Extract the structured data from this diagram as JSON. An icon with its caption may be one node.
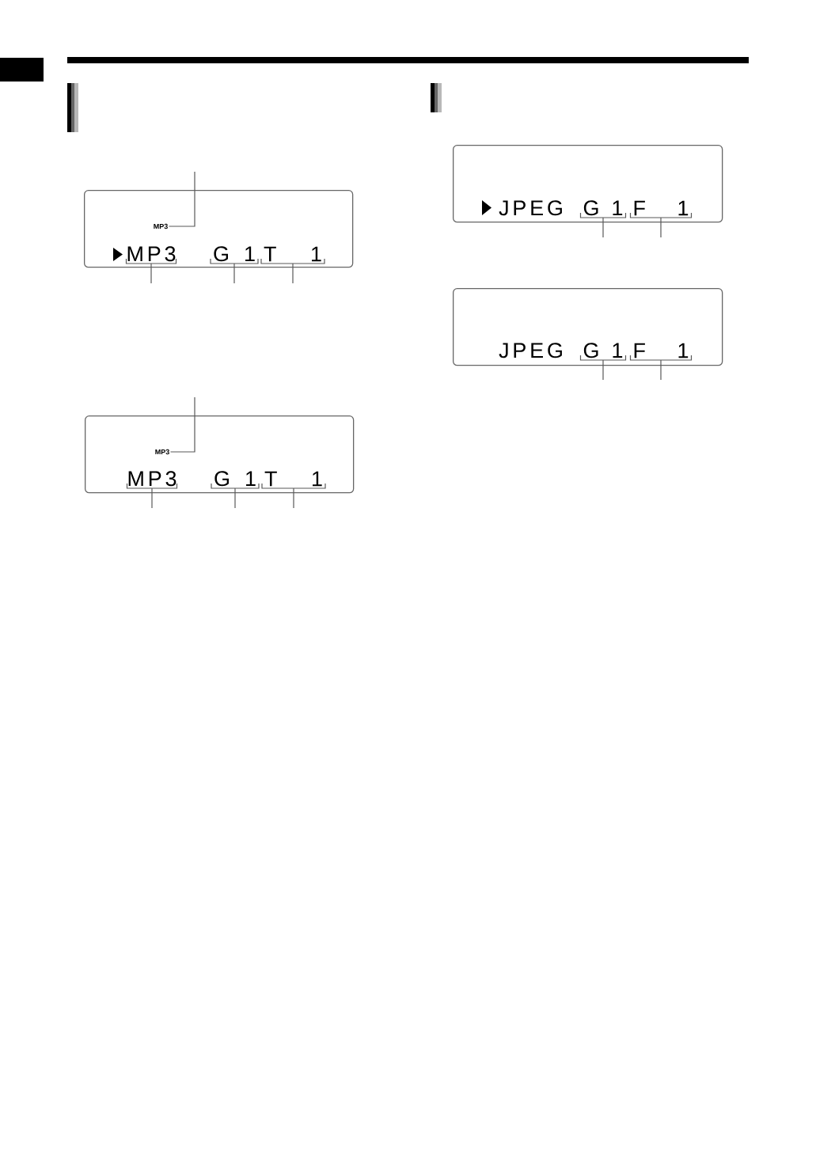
{
  "diagram": {
    "nodes": [
      {
        "text": [],
        "shape": "box"
      },
      {
        "text": [
          "MP3"
        ],
        "in": 0
      },
      {
        "text": [
          "MP3"
        ],
        "in": 0
      },
      {
        "text": [
          "G 1"
        ],
        "in": 0
      },
      {
        "text": [
          "T 1"
        ],
        "in": 0
      },
      {
        "text": [],
        "shape": "box"
      },
      {
        "text": [
          "MP3"
        ],
        "in": 5
      },
      {
        "text": [
          "MP3"
        ],
        "in": 5
      },
      {
        "text": [
          "G 1"
        ],
        "in": 5
      },
      {
        "text": [
          "T 1"
        ],
        "in": 5
      },
      {
        "text": [],
        "shape": "box"
      },
      {
        "text": [
          "JPEG"
        ],
        "in": 10
      },
      {
        "text": [
          "G 1"
        ],
        "in": 10
      },
      {
        "text": [
          "F 1"
        ],
        "in": 10
      },
      {
        "text": [],
        "shape": "box"
      },
      {
        "text": [
          "JPEG"
        ],
        "in": 14
      },
      {
        "text": [
          "G 1"
        ],
        "in": 14
      },
      {
        "text": [
          "F 1"
        ],
        "in": 14
      }
    ],
    "edges": [
      {
        "from": null,
        "to": 1,
        "arrow": "none"
      },
      {
        "from": null,
        "to": 2,
        "arrow": "none"
      },
      {
        "from": null,
        "to": 3,
        "arrow": "none"
      },
      {
        "from": null,
        "to": 4,
        "arrow": "none"
      },
      {
        "from": null,
        "to": 6,
        "arrow": "none"
      },
      {
        "from": null,
        "to": 7,
        "arrow": "none"
      },
      {
        "from": null,
        "to": 8,
        "arrow": "none"
      },
      {
        "from": null,
        "to": 9,
        "arrow": "none"
      },
      {
        "from": null,
        "to": 12,
        "arrow": "none"
      },
      {
        "from": null,
        "to": 13,
        "arrow": "none"
      },
      {
        "from": null,
        "to": 16,
        "arrow": "none"
      },
      {
        "from": null,
        "to": 17,
        "arrow": "none"
      }
    ]
  }
}
